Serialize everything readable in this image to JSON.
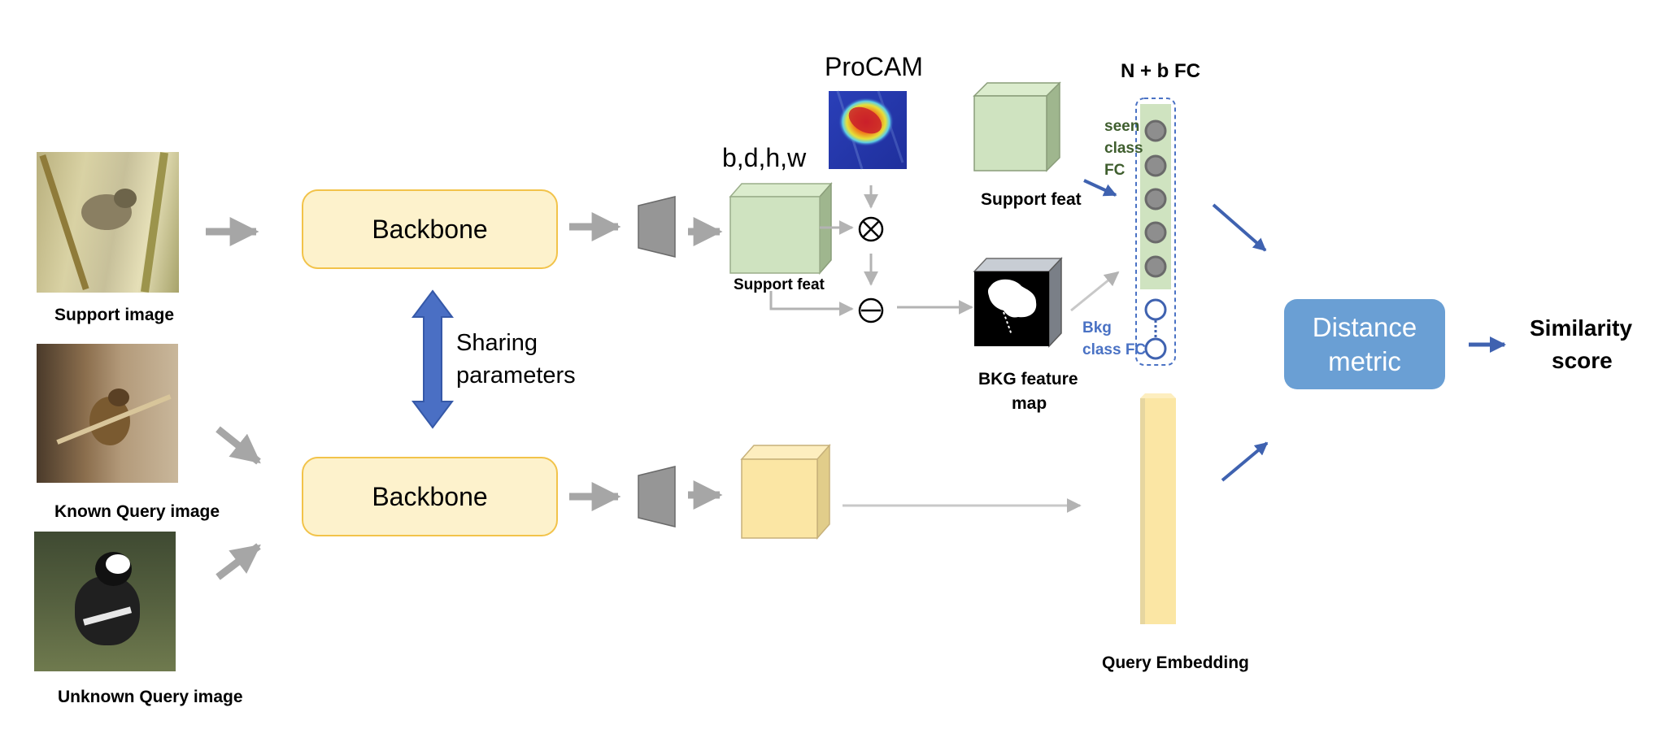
{
  "labels": {
    "support_image": "Support image",
    "known_query_image": "Known Query image",
    "unknown_query_image": "Unknown Query image",
    "backbone_top": "Backbone",
    "backbone_bottom": "Backbone",
    "sharing_line1": "Sharing",
    "sharing_line2": "parameters",
    "dims": "b,d,h,w",
    "procam": "ProCAM",
    "support_feat_small": "Support feat",
    "support_feat_right": "Support feat",
    "bkg_feature_line1": "BKG feature",
    "bkg_feature_line2": "map",
    "n_b_fc": "N + b FC",
    "seen_line1": "seen",
    "seen_line2": "class",
    "seen_line3": "FC",
    "bkg_line1": "Bkg",
    "bkg_line2": "class FC",
    "query_embedding": "Query Embedding",
    "distance_line1": "Distance",
    "distance_line2": "metric",
    "similarity_line1": "Similarity",
    "similarity_line2": "score"
  },
  "colors": {
    "backbone_fill": "#fdf2cc",
    "backbone_border": "#f2c34a",
    "support_cube": "#cfe3c0",
    "query_cube": "#fbe6a4",
    "distance_fill": "#6a9fd4",
    "blue_arrow": "#4a72c4",
    "gray_arrow": "#a6a6a6",
    "seen_text": "#3f5e2e",
    "bkg_text": "#4a72c4"
  },
  "icons": [
    "multiply-circle-icon",
    "minus-circle-icon",
    "trapezoid-pooling-icon"
  ]
}
